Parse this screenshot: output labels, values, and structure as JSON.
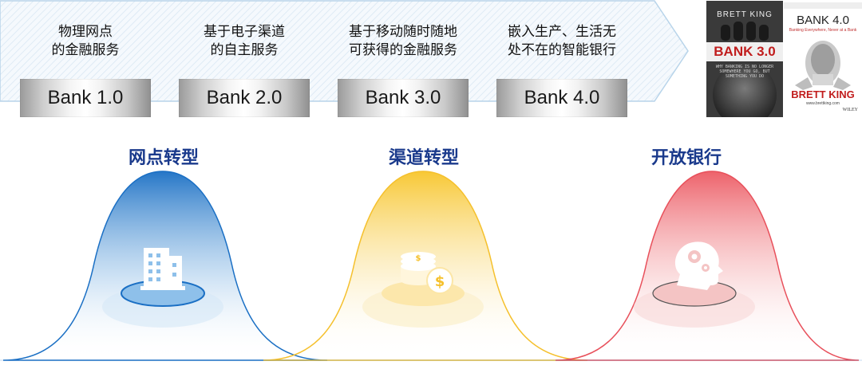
{
  "stages": [
    {
      "line1": "物理网点",
      "line2": "的金融服务",
      "version": "Bank 1.0"
    },
    {
      "line1": "基于电子渠道",
      "line2": "的自主服务",
      "version": "Bank 2.0"
    },
    {
      "line1": "基于移动随时随地",
      "line2": "可获得的金融服务",
      "version": "Bank 3.0"
    },
    {
      "line1": "嵌入生产、生活无",
      "line2": "处不在的智能银行",
      "version": "Bank 4.0"
    }
  ],
  "books": {
    "bank30": {
      "author": "BRETT KING",
      "title": "BANK 3.0",
      "tagline": "WHY BANKING IS NO LONGER SOMEWHERE YOU GO, BUT SOMETHING YOU DO"
    },
    "bank40": {
      "title": "BANK 4.0",
      "tagline": "Banking Everywhere, Never at a Bank",
      "author": "BRETT KING",
      "site": "www.brettking.com",
      "publisher": "WILEY"
    }
  },
  "transformations": [
    {
      "title": "网点转型",
      "icon": "building-icon",
      "color": "#1a6fc4"
    },
    {
      "title": "渠道转型",
      "icon": "coins-dollar-icon",
      "color": "#f5c02c"
    },
    {
      "title": "开放银行",
      "icon": "head-gears-icon",
      "color": "#e8505b"
    }
  ],
  "colors": {
    "title_text": "#1a3a8c",
    "banner_stroke": "#b8d4ea",
    "banner_fill": "#eef5fb"
  }
}
